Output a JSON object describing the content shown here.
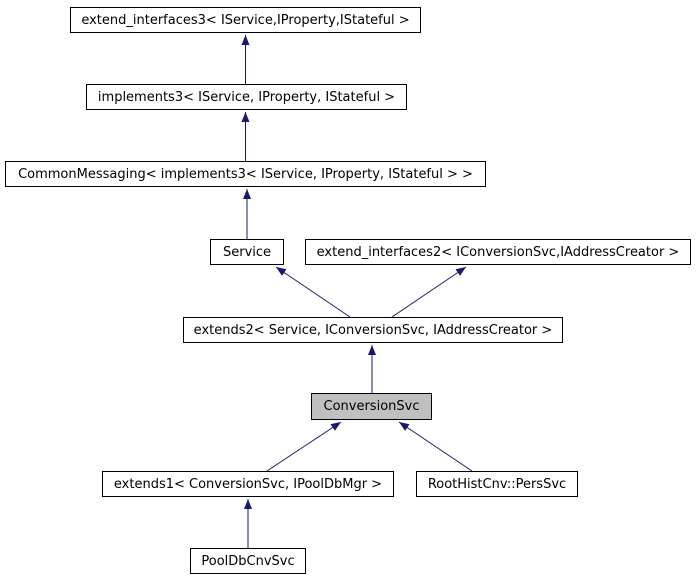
{
  "diagram": {
    "type": "class-inheritance-graph",
    "colors": {
      "background": "#ffffff",
      "node_border": "#000000",
      "node_fill": "#ffffff",
      "highlight_node_fill": "#c0c0c0",
      "edge": "#191970",
      "text": "#000000"
    },
    "nodes": [
      {
        "id": "extend_interfaces3",
        "label": "extend_interfaces3< IService,IProperty,IStateful >",
        "highlighted": false
      },
      {
        "id": "implements3",
        "label": "implements3< IService, IProperty, IStateful >",
        "highlighted": false
      },
      {
        "id": "CommonMessaging",
        "label": "CommonMessaging< implements3< IService, IProperty, IStateful > >",
        "highlighted": false
      },
      {
        "id": "Service",
        "label": "Service",
        "highlighted": false
      },
      {
        "id": "extend_interfaces2",
        "label": "extend_interfaces2< IConversionSvc,IAddressCreator >",
        "highlighted": false
      },
      {
        "id": "extends2",
        "label": "extends2< Service, IConversionSvc, IAddressCreator >",
        "highlighted": false
      },
      {
        "id": "ConversionSvc",
        "label": "ConversionSvc",
        "highlighted": true
      },
      {
        "id": "extends1",
        "label": "extends1< ConversionSvc, IPoolDbMgr >",
        "highlighted": false
      },
      {
        "id": "RootHistCnv_PersSvc",
        "label": "RootHistCnv::PersSvc",
        "highlighted": false
      },
      {
        "id": "PoolDbCnvSvc",
        "label": "PoolDbCnvSvc",
        "highlighted": false
      }
    ],
    "edges": [
      {
        "from": "implements3",
        "to": "extend_interfaces3"
      },
      {
        "from": "CommonMessaging",
        "to": "implements3"
      },
      {
        "from": "Service",
        "to": "CommonMessaging"
      },
      {
        "from": "extends2",
        "to": "Service"
      },
      {
        "from": "extends2",
        "to": "extend_interfaces2"
      },
      {
        "from": "ConversionSvc",
        "to": "extends2"
      },
      {
        "from": "extends1",
        "to": "ConversionSvc"
      },
      {
        "from": "RootHistCnv_PersSvc",
        "to": "ConversionSvc"
      },
      {
        "from": "PoolDbCnvSvc",
        "to": "extends1"
      }
    ]
  }
}
